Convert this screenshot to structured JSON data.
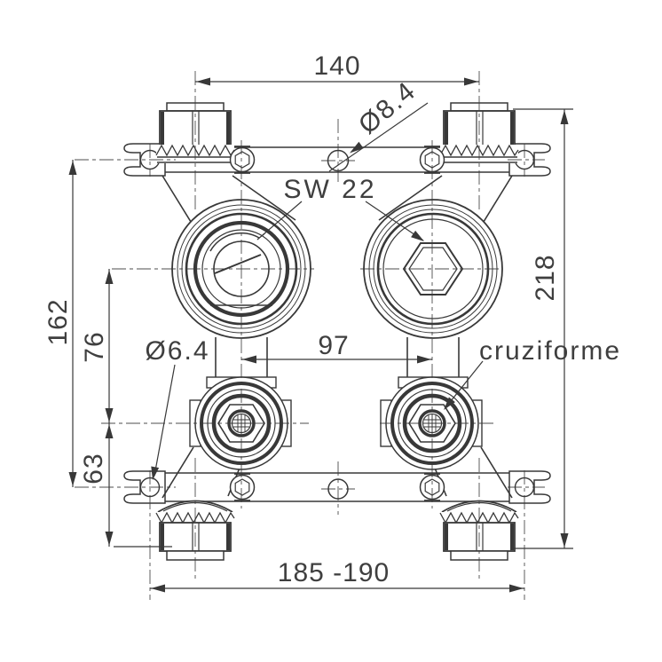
{
  "drawing": {
    "kind": "technical installation drawing, front view, concealed twin-valve mounting unit",
    "dimensions": {
      "top_pipe_spacing": "140",
      "top_hole_diameter": "Ø8.4",
      "wrench_size": "SW 22",
      "overall_height": "218",
      "rail_spacing": "162",
      "valve_to_outlet": "76",
      "outlet_to_bottom": "63",
      "tab_hole_diameter": "Ø6.4",
      "outlet_spacing": "97",
      "screw_head_label": "cruziforme",
      "overall_width": "185 -190"
    },
    "colors": {
      "line": "#383838",
      "text": "#3f3f3f",
      "background": "#ffffff"
    }
  }
}
